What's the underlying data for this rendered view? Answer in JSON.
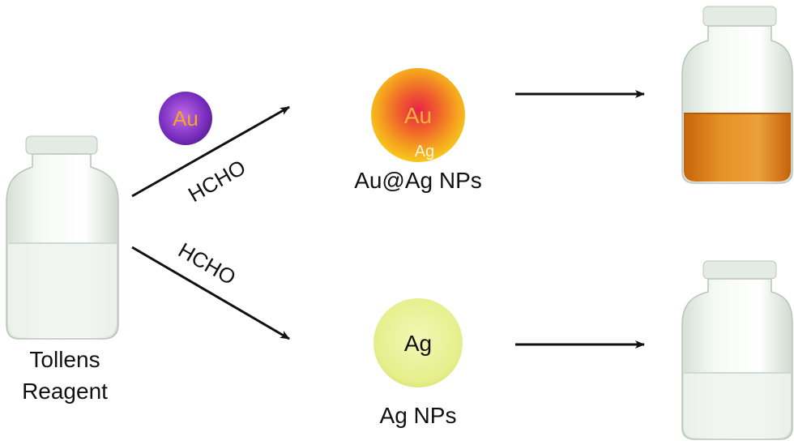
{
  "reagent": {
    "label_line1": "Tollens",
    "label_line2": "Reagent"
  },
  "gold_seed": {
    "symbol": "Au",
    "color": "#7b2fc0"
  },
  "upper_path": {
    "reagent_label": "HCHO",
    "particle": {
      "core_symbol": "Au",
      "shell_symbol": "Ag",
      "label": "Au@Ag NPs",
      "core_color": "#e8342a",
      "shell_color": "#f5a623"
    },
    "product_solution_color": "#d77a12"
  },
  "lower_path": {
    "reagent_label": "HCHO",
    "particle": {
      "symbol": "Ag",
      "label": "Ag NPs",
      "color": "#ecf3a0"
    },
    "product_solution_color": "#eef3ee"
  }
}
